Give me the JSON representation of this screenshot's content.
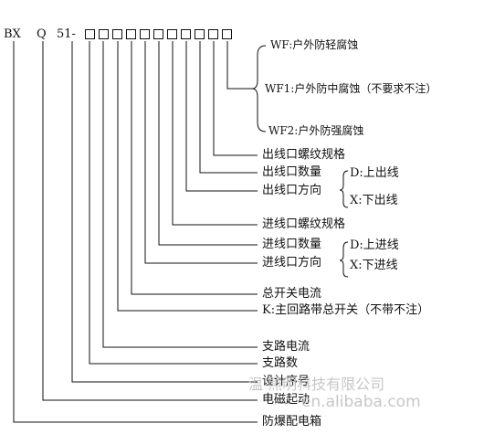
{
  "model_code": {
    "prefix_bx": "BX",
    "prefix_q": "Q",
    "prefix_51": "51-",
    "placeholder_count": 11
  },
  "wf_options": {
    "wf": "WF:户外防轻腐蚀",
    "wf1": "WF1:户外防中腐蚀（不要求不注）",
    "wf2": "WF2:户外防强腐蚀"
  },
  "labels": {
    "outlet_thread": "出线口螺纹规格",
    "outlet_count": "出线口数量",
    "outlet_direction": "出线口方向",
    "outlet_dir_d": "D:上出线",
    "outlet_dir_x": "X:下出线",
    "inlet_thread": "进线口螺纹规格",
    "inlet_count": "进线口数量",
    "inlet_direction": "进线口方向",
    "inlet_dir_d": "D:上进线",
    "inlet_dir_x": "X:下进线",
    "main_current": "总开关电流",
    "main_switch": "K:主回路带总开关（不带不注）",
    "branch_current": "支路电流",
    "branch_count": "支路数",
    "design_serial": "设计序号",
    "electromagnetic": "电磁起动",
    "explosion_box": "防爆配电箱"
  },
  "watermark": {
    "company": "温          照明科技有限公司",
    "site": "en.alibaba.com"
  }
}
